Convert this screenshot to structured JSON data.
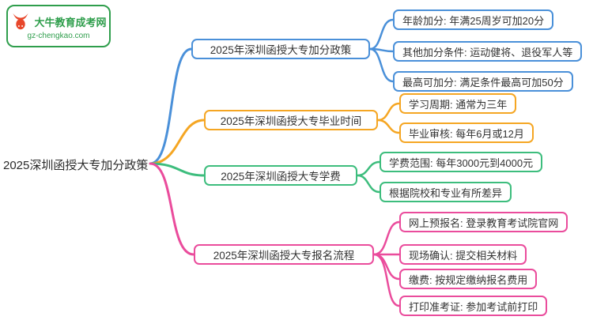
{
  "logo": {
    "site_name": "大牛教育成考网",
    "site_url": "gz-chengkao.com"
  },
  "root": {
    "label": "2025深圳函授大专加分政策"
  },
  "colors": {
    "blue": "#4a90d9",
    "orange": "#f5a623",
    "green": "#3dbd7d",
    "pink": "#ea4c9c",
    "logo_green": "#2f9e4c",
    "logo_red": "#e8472b"
  },
  "branches": [
    {
      "label": "2025年深圳函授大专加分政策",
      "color": "#4a90d9",
      "children": [
        {
          "text": "年龄加分: 年满25周岁可加20分"
        },
        {
          "text": "其他加分条件: 运动健将、退役军人等"
        },
        {
          "text": "最高可加分: 满足条件最高可加50分"
        }
      ]
    },
    {
      "label": "2025年深圳函授大专毕业时间",
      "color": "#f5a623",
      "children": [
        {
          "text": "学习周期: 通常为三年"
        },
        {
          "text": "毕业审核: 每年6月或12月"
        }
      ]
    },
    {
      "label": "2025年深圳函授大专学费",
      "color": "#3dbd7d",
      "children": [
        {
          "text": "学费范围: 每年3000元到4000元"
        },
        {
          "text": "根据院校和专业有所差异"
        }
      ]
    },
    {
      "label": "2025年深圳函授大专报名流程",
      "color": "#ea4c9c",
      "children": [
        {
          "text": "网上预报名: 登录教育考试院官网"
        },
        {
          "text": "现场确认: 提交相关材料"
        },
        {
          "text": "缴费: 按规定缴纳报名费用"
        },
        {
          "text": "打印准考证: 参加考试前打印"
        }
      ]
    }
  ]
}
